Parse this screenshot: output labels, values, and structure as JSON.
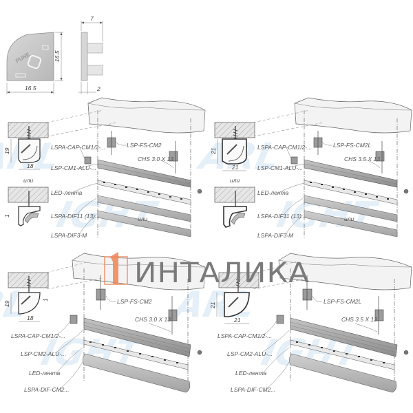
{
  "cap_detail": {
    "embossed_text": "PUNE",
    "dims": {
      "width": "16.5",
      "height": "16.5",
      "depth": "7",
      "thickness": "2"
    }
  },
  "logo": {
    "text": "ИНТАЛИКА",
    "mark_color": "#f08a5d",
    "text_color": "#7a7a7a"
  },
  "watermark": {
    "text": "ARLIGHT",
    "color": "#cfe3f3"
  },
  "panels": [
    {
      "id": "top-left",
      "section_dims": {
        "w": "18",
        "h": "19"
      },
      "alt_label": "или",
      "alt_label_2": "или",
      "alt_dim": "1",
      "labels": {
        "cap": "LSPA-CAP-CM1/2-...",
        "profile": "LSP-CM1-ALU-...",
        "bracket": "LSP-FS-CM2",
        "screw": "CHS 3.0 X 13",
        "led": "LED-лента",
        "diffuser1": "LSPA-DIF11 (13)...",
        "diffuser2": "LSPA-DIF3-M"
      }
    },
    {
      "id": "top-right",
      "section_dims": {
        "w": "21",
        "h": "21"
      },
      "alt_label": "или",
      "alt_label_2": "или",
      "labels": {
        "cap": "LSPA-CAP-CM1/2-...",
        "profile": "LSP-CM1-ALU-...",
        "bracket": "LSP-FS-CM2L",
        "screw": "CHS 3.5 X 13",
        "led": "LED-лента",
        "diffuser1": "LSPA-DIF11 (13)...",
        "diffuser2": "LSPA-DIF3-M"
      }
    },
    {
      "id": "bottom-left",
      "section_dims": {
        "w": "18",
        "h": "19"
      },
      "alt_dim": "1",
      "labels": {
        "cap": "LSPA-CAP-CM1/2-...",
        "profile": "LSP-CM2-ALU-...",
        "bracket": "LSP-FS-CM2",
        "screw": "CHS 3.0 X 13",
        "led": "LED-лента",
        "diffuser": "LSPA-DIF-CM2..."
      }
    },
    {
      "id": "bottom-right",
      "section_dims": {
        "w": "21",
        "h": "21"
      },
      "labels": {
        "cap": "LSPA-CAP-CM1/2-...",
        "profile": "LSP-CM2-ALU-...",
        "bracket": "LSP-FS-CM2L",
        "screw": "CHS 3.5 X 13",
        "led": "LED-лента",
        "diffuser": "LSPA-DIF-CM2..."
      }
    }
  ]
}
